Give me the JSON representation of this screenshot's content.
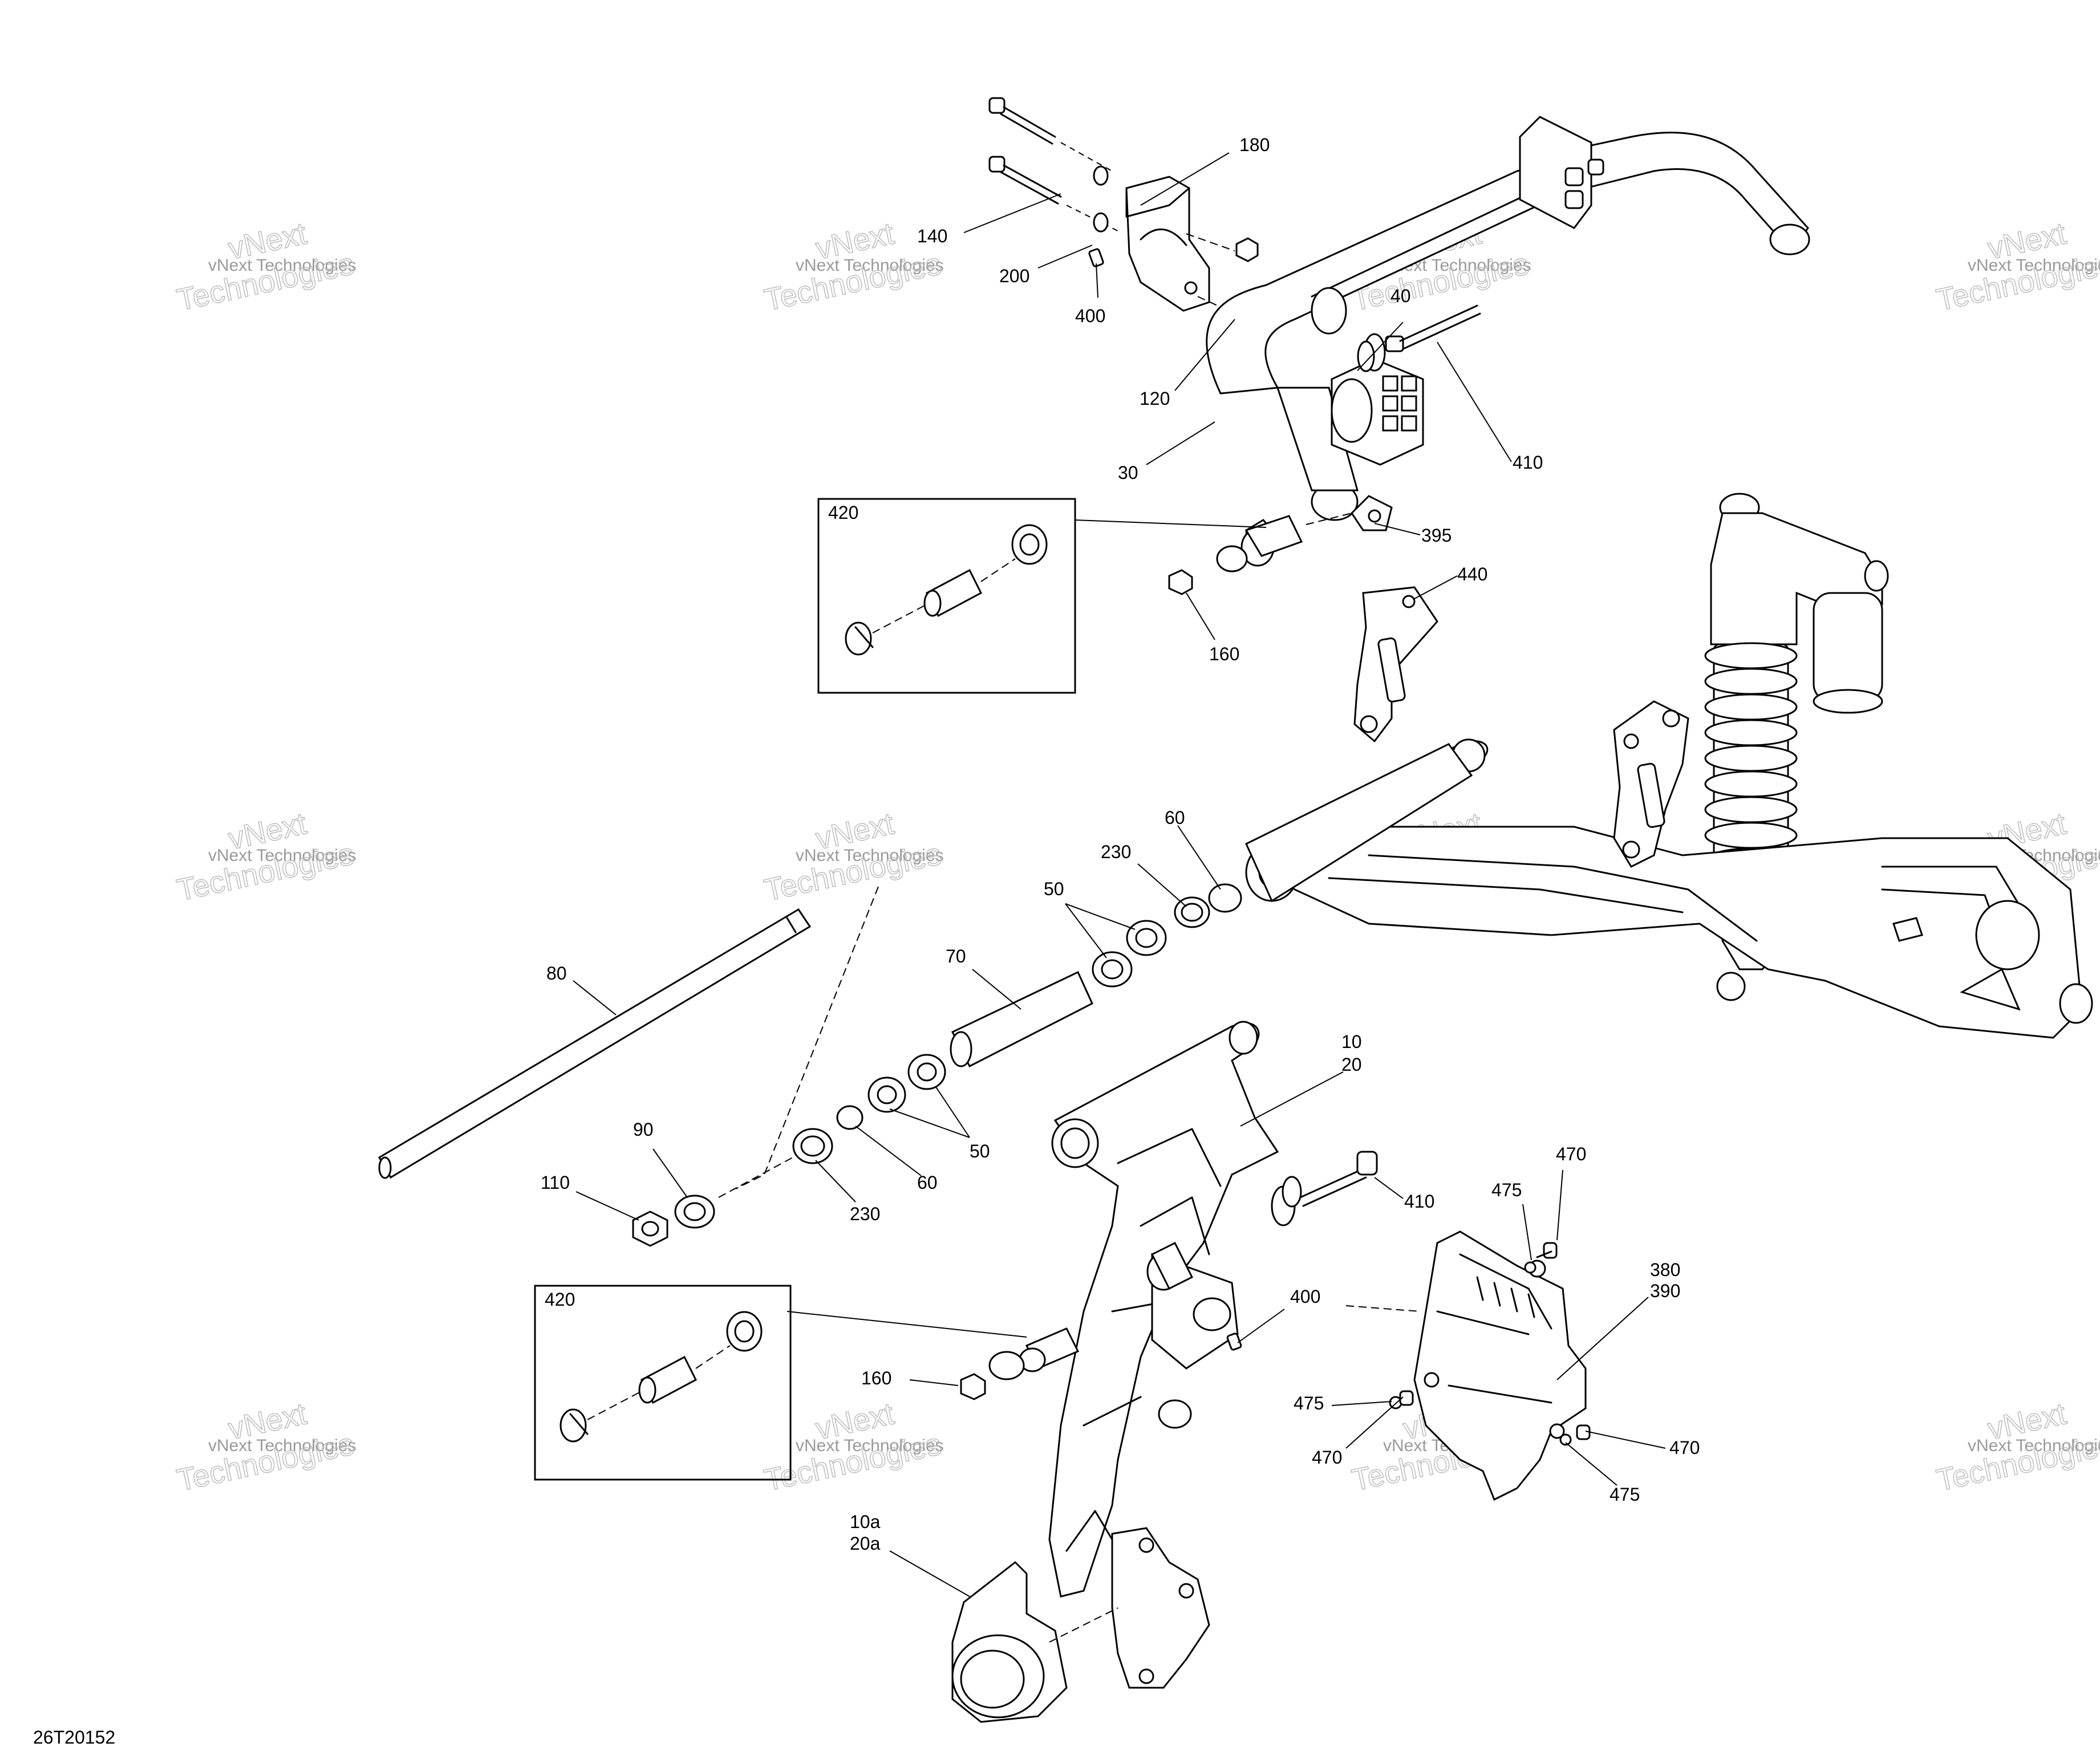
{
  "diagram": {
    "code": "26T20152",
    "callouts": [
      "180",
      "140",
      "200",
      "400",
      "120",
      "40",
      "30",
      "410",
      "395",
      "440",
      "160",
      "420",
      "60",
      "230",
      "50",
      "70",
      "80",
      "90",
      "110",
      "10",
      "20",
      "410b",
      "470",
      "475",
      "380",
      "390",
      "400b",
      "160b",
      "420b",
      "475b",
      "470b",
      "470c",
      "475c",
      "10a",
      "20a",
      "50b",
      "60b",
      "230b"
    ],
    "labels": {
      "c180": "180",
      "c140": "140",
      "c200": "200",
      "c400": "400",
      "c120": "120",
      "c40": "40",
      "c30": "30",
      "c410": "410",
      "c395": "395",
      "c440": "440",
      "c160": "160",
      "c420": "420",
      "c60": "60",
      "c230": "230",
      "c50": "50",
      "c70": "70",
      "c80": "80",
      "c90": "90",
      "c110": "110",
      "c10": "10",
      "c20": "20",
      "c410b": "410",
      "c470": "470",
      "c475": "475",
      "c380": "380",
      "c390": "390",
      "c400b": "400",
      "c160b": "160",
      "c420b": "420",
      "c475b": "475",
      "c470b": "470",
      "c470c": "470",
      "c475c": "475",
      "c10a": "10a",
      "c20a": "20a",
      "c50b": "50",
      "c60b": "60",
      "c230b": "230"
    },
    "watermark": {
      "line1": "vNext Technologies",
      "big1": "vNext",
      "big2": "Technologies"
    }
  }
}
